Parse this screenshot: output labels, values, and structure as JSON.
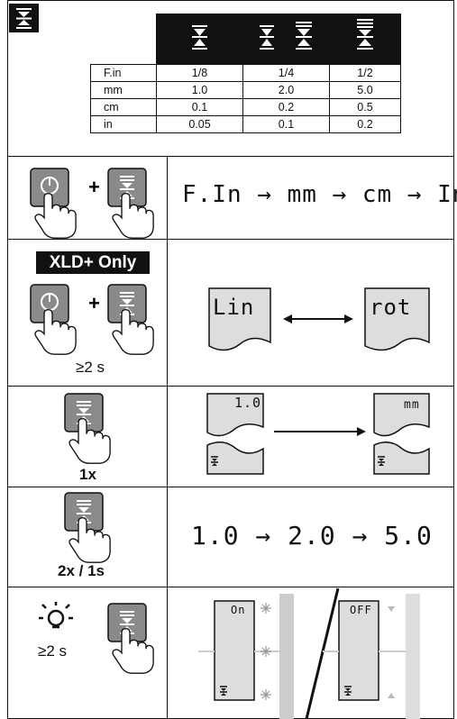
{
  "resolution_table": {
    "rows": [
      {
        "unit": "F.in",
        "values": [
          "1/8",
          "1/4",
          "1/2"
        ]
      },
      {
        "unit": "mm",
        "values": [
          "1.0",
          "2.0",
          "5.0"
        ]
      },
      {
        "unit": "cm",
        "values": [
          "0.1",
          "0.2",
          "0.5"
        ]
      },
      {
        "unit": "in",
        "values": [
          "0.05",
          "0.1",
          "0.2"
        ]
      }
    ]
  },
  "unit_switch": {
    "sequence": "F.In → mm → cm → In"
  },
  "mode_switch": {
    "badge": "XLD+ Only",
    "duration": "≥2 s",
    "display_left": "Lin",
    "display_right": "rot"
  },
  "single_press": {
    "count": "1x",
    "display_before": "1.0",
    "display_after": "mm"
  },
  "double_press": {
    "count": "2x / 1s",
    "sequence": "1.0 → 2.0 → 5.0"
  },
  "backlight": {
    "duration": "≥2 s",
    "display_on": "On",
    "display_off": "OFF"
  }
}
